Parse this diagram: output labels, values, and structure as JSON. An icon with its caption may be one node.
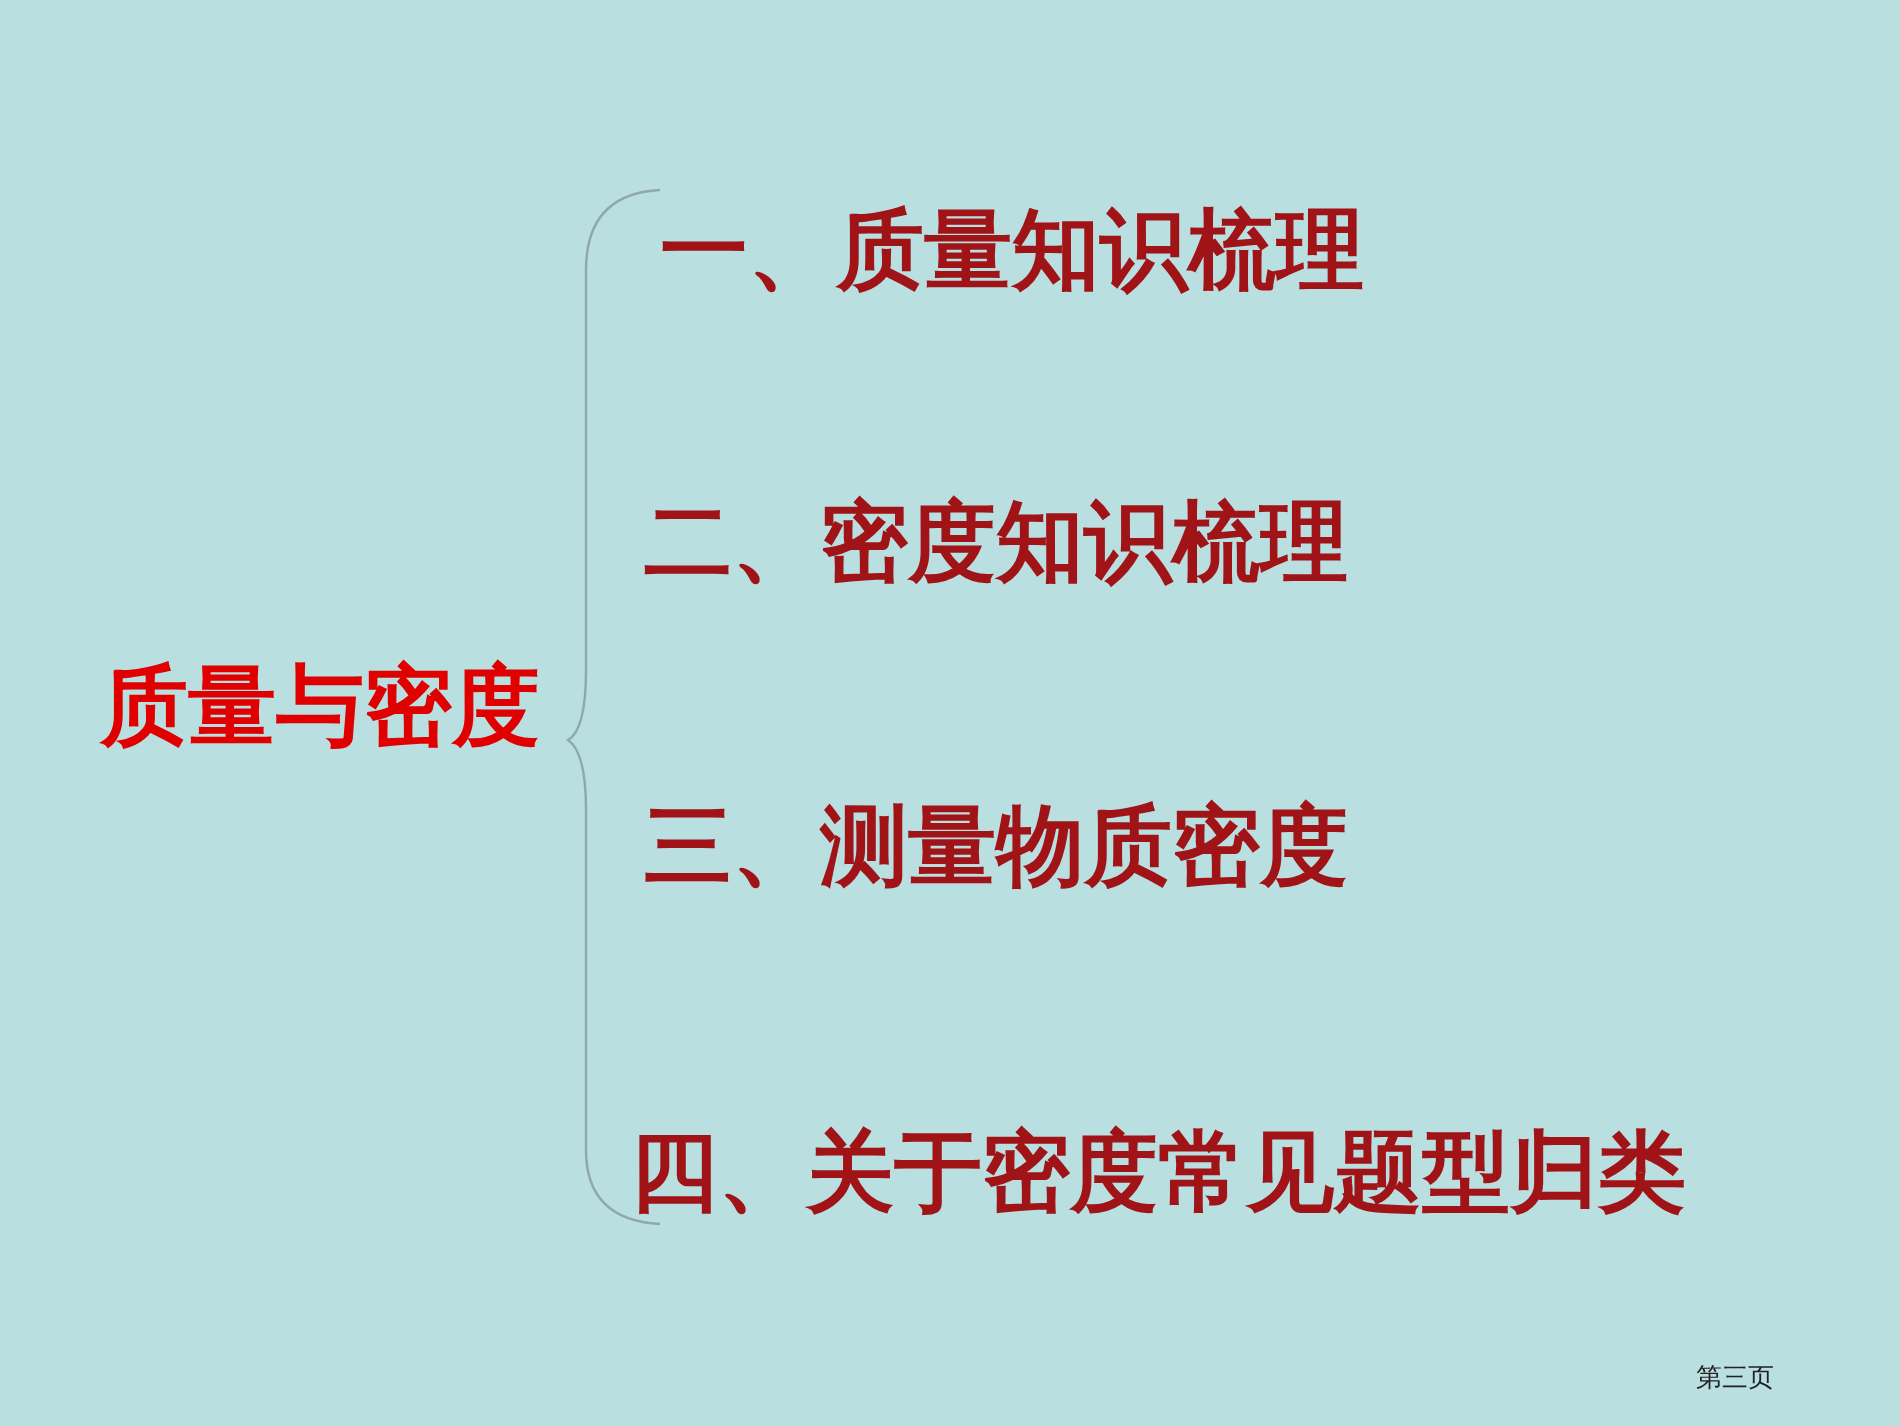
{
  "diagram": {
    "nodes": [
      {
        "text": [
          "质量与密度"
        ]
      },
      {
        "text": [
          "一、质量知识梳理"
        ]
      },
      {
        "text": [
          "二、密度知识梳理"
        ]
      },
      {
        "text": [
          "三、测量物质密度"
        ]
      },
      {
        "text": [
          "四、关于密度常见题型归类"
        ]
      }
    ],
    "labels": [
      "第三页"
    ]
  }
}
